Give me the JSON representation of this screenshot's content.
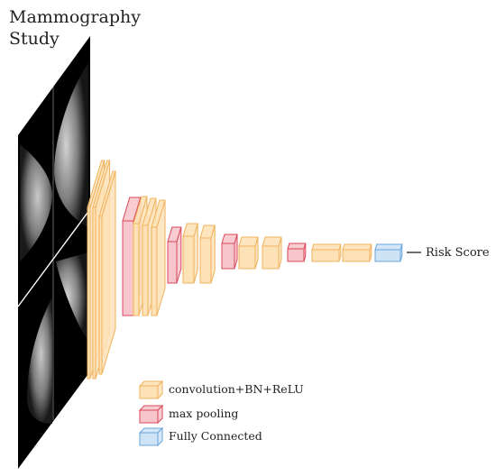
{
  "title": {
    "line1": "Mammography",
    "line2": "Study"
  },
  "output_label": "Risk Score",
  "legend": [
    {
      "key": "conv",
      "label": "convolution+BN+ReLU"
    },
    {
      "key": "pool",
      "label": "max pooling"
    },
    {
      "key": "fc",
      "label": "Fully Connected"
    }
  ],
  "colors": {
    "conv_fill": "#fde2b8",
    "conv_stroke": "#f1b25c",
    "pool_fill": "#f7c6cc",
    "pool_stroke": "#d9475a",
    "fc_fill": "#cfe3f6",
    "fc_stroke": "#6aa5d9",
    "image_bg": "#000000"
  },
  "layers": [
    "conv",
    "conv",
    "conv",
    "pool",
    "conv",
    "conv",
    "conv",
    "pool",
    "conv",
    "conv",
    "pool",
    "conv",
    "conv",
    "pool",
    "conv",
    "conv",
    "fc"
  ]
}
